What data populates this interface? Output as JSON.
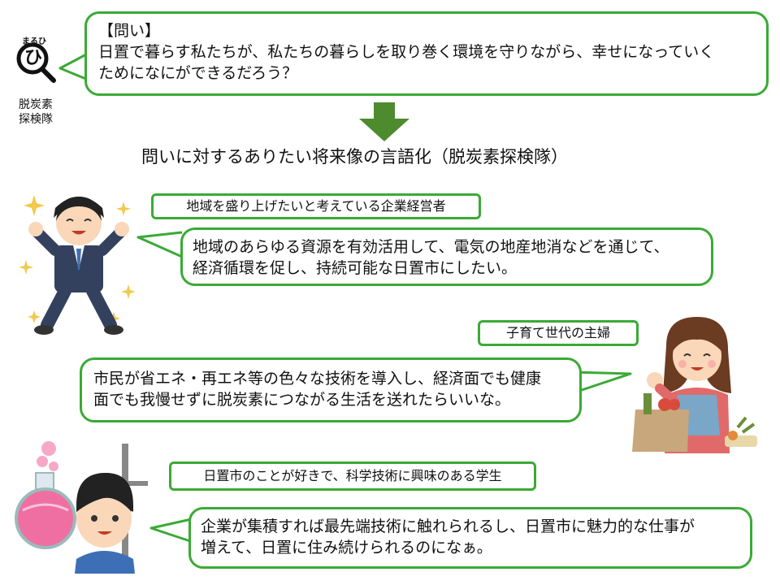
{
  "team": {
    "logo_char": "ひ",
    "logo_arc_text": "まるひ",
    "name_line1": "脱炭素",
    "name_line2": "探検隊"
  },
  "question": {
    "label": "【問い】",
    "text": "日置で暮らす私たちが、私たちの暮らしを取り巻く環境を守りながら、幸せになっていく\nためになにができるだろう？"
  },
  "heading": "問いに対するありたい将来像の言語化（脱炭素探検隊）",
  "personas": [
    {
      "role": "地域を盛り上げたいと考えている企業経営者",
      "quote": "地域のあらゆる資源を有効活用して、電気の地産地消などを通じて、\n経済循環を促し、持続可能な日置市にしたい。"
    },
    {
      "role": "子育て世代の主婦",
      "quote": "市民が省エネ・再エネ等の色々な技術を導入し、経済面でも健康\n面でも我慢せずに脱炭素につながる生活を送れたらいいな。"
    },
    {
      "role": "日置市のことが好きで、科学技術に興味のある学生",
      "quote": "企業が集積すれば最先端技術に触れられるし、日置市に魅力的な仕事が\n増えて、日置に住み続けられるのになぁ。"
    }
  ],
  "colors": {
    "border_green": "#3aaa35",
    "arrow_green": "#4e8a2e"
  }
}
